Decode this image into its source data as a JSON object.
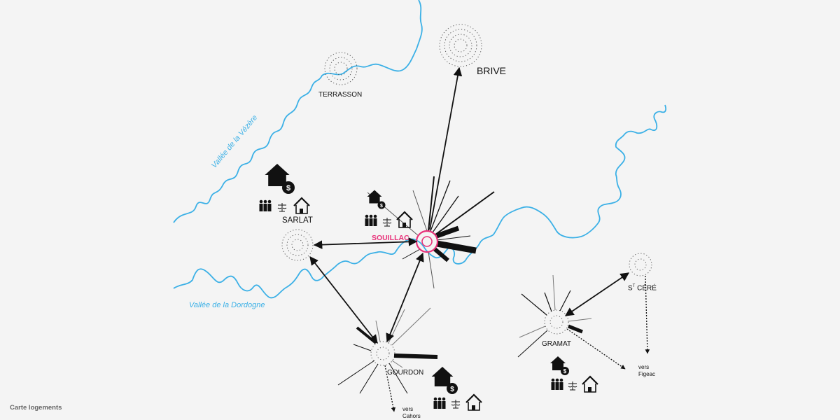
{
  "title": "Carte logements",
  "colors": {
    "background": "#f4f4f4",
    "river": "#3bb0e6",
    "highlight": "#e8327a",
    "ink": "#111111"
  },
  "rivers": [
    {
      "label": "Vallée de la Vézère"
    },
    {
      "label": "Vallée de la Dordogne"
    }
  ],
  "cities": {
    "terrasson": {
      "label": "TERRASSON"
    },
    "brive": {
      "label": "BRIVE"
    },
    "sarlat": {
      "label": "SARLAT"
    },
    "souillac": {
      "label": "SOUILLAC"
    },
    "gourdon": {
      "label": "GOURDON"
    },
    "gramat": {
      "label": "GRAMAT"
    },
    "st_cere": {
      "label_prefix": "S",
      "label_sup": "T",
      "label_rest": " CÉRÉ"
    }
  },
  "directions": {
    "cahors": {
      "line1": "vers",
      "line2": "Cahors"
    },
    "figeac": {
      "line1": "vers",
      "line2": "Figeac"
    }
  },
  "icons": [
    "house-dollar-icon",
    "people-icon",
    "scale-icon",
    "house-icon"
  ]
}
